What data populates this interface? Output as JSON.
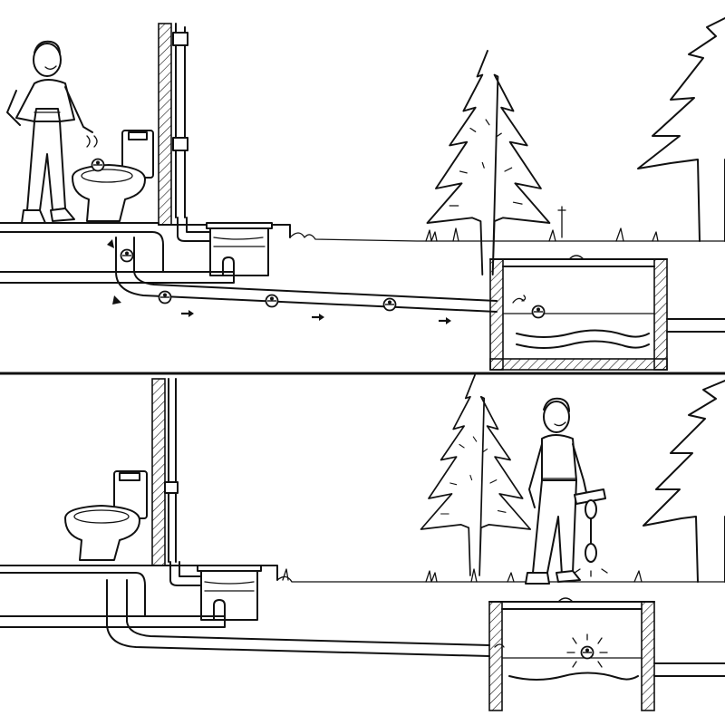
{
  "figure": {
    "panels": [
      {
        "id": "top",
        "description_visible": ""
      },
      {
        "id": "bottom",
        "description_visible": ""
      }
    ],
    "colors": {
      "ink": "#111111",
      "paper": "#ffffff"
    },
    "icons": [
      "person-flushing",
      "toilet",
      "house-wall",
      "septic-tank",
      "sewer-pipe",
      "transmitter-ball",
      "pine-tree",
      "person-with-locator",
      "locator-receiver",
      "signal-burst"
    ]
  }
}
